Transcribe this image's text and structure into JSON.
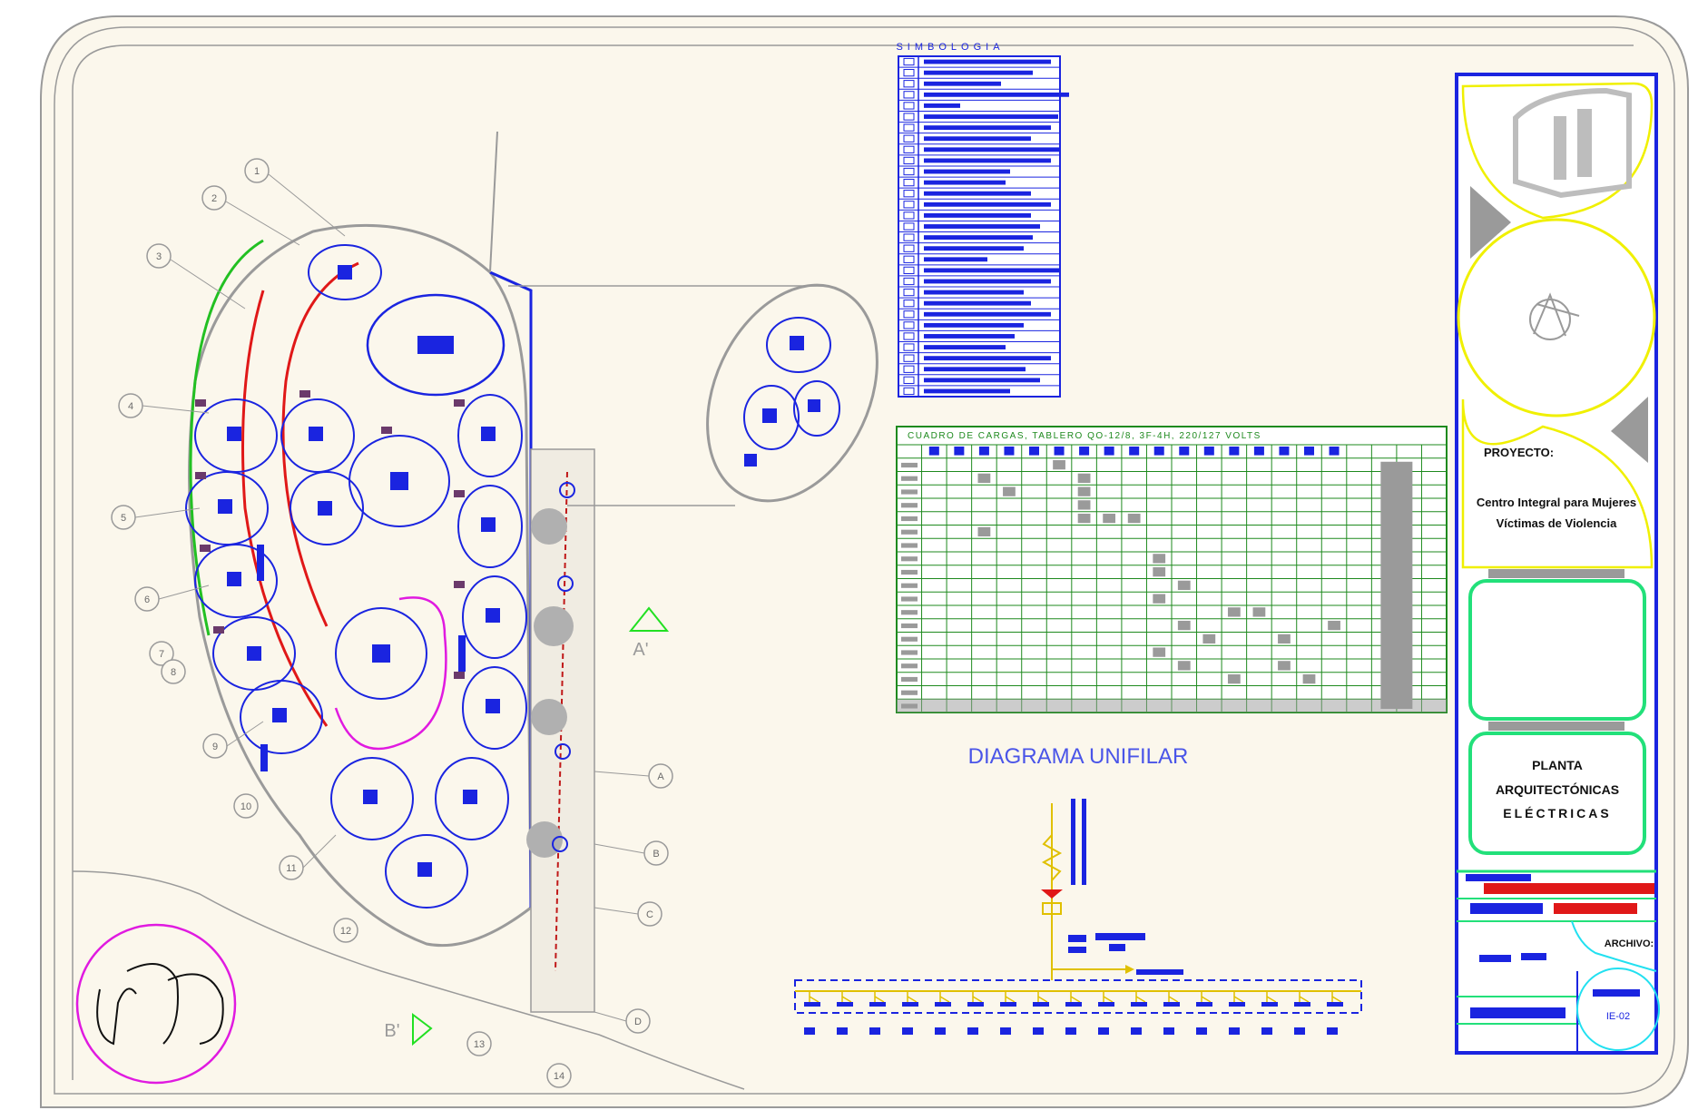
{
  "colors": {
    "paper": "#fbf7ec",
    "border": "#9a9a9a",
    "blue": "#1a24e0",
    "green": "#1e8a1e",
    "bright_green": "#22e07a",
    "red": "#e01818",
    "magenta": "#e01ae0",
    "yellow": "#f0f000",
    "cyan": "#22e0f0",
    "gray": "#9a9a9a"
  },
  "symbology": {
    "title": "SIMBOLOGIA"
  },
  "load_table": {
    "title": "CUADRO DE CARGAS, TABLERO QO-12/8, 3F-4H, 220/127 VOLTS"
  },
  "plan": {
    "section_a": "A'",
    "section_b": "B'",
    "axes_numeric": [
      "1",
      "2",
      "3",
      "4",
      "5",
      "6",
      "7",
      "8",
      "9",
      "10",
      "11",
      "12",
      "13",
      "14"
    ],
    "axes_letters": [
      "A",
      "B",
      "C",
      "D"
    ]
  },
  "diagram": {
    "title": "DIAGRAMA UNIFILAR"
  },
  "title_block": {
    "project_label": "PROYECTO:",
    "project_name_1": "Centro Integral para Mujeres",
    "project_name_2": "Víctimas de Violencia",
    "sheet_title_1": "PLANTA",
    "sheet_title_2": "ARQUITECTÓNICAS",
    "sheet_title_3": "ELÉCTRICAS",
    "file_label": "ARCHIVO:",
    "sheet_number": "IE-02"
  },
  "icons": [
    "logo-icon",
    "north-arrow-icon",
    "faces-logo-icon"
  ]
}
